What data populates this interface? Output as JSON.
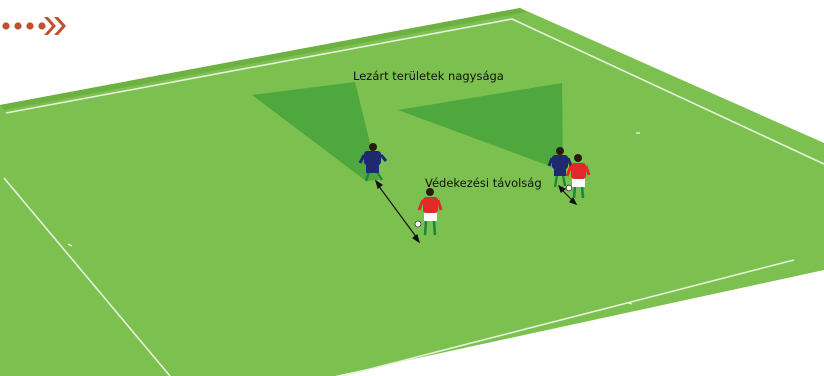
{
  "labels": {
    "closed_areas": "Lezárt területek nagysága",
    "defending_distance": "Védekezési távolság"
  },
  "players": [
    {
      "team": "defender",
      "kit": "blue"
    },
    {
      "team": "attacker",
      "kit": "red"
    },
    {
      "team": "defender",
      "kit": "blue"
    },
    {
      "team": "attacker",
      "kit": "red"
    }
  ],
  "colors": {
    "pitch": "#7cc04f",
    "pitch_edge": "#6db142",
    "zone": "#47a33b",
    "lines": "#e6f3dc",
    "blue_kit": "#1f2a6e",
    "red_kit": "#e02a2a",
    "socks": "#1a8a3a",
    "logo": "#c0502e"
  },
  "logo": {
    "icon": "dots-chevron-logo"
  }
}
